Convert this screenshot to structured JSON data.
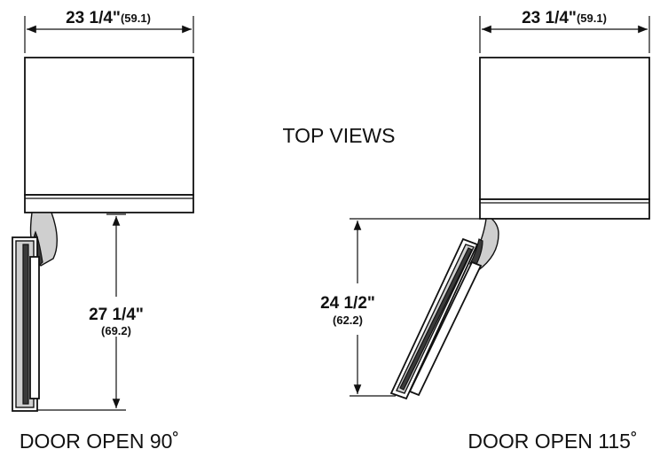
{
  "title": "TOP VIEWS",
  "left_view": {
    "width_main": "23 1/4\"",
    "width_metric": "(59.1)",
    "depth_main": "27 1/4\"",
    "depth_metric": "(69.2)",
    "caption": "DOOR OPEN 90˚"
  },
  "right_view": {
    "width_main": "23 1/4\"",
    "width_metric": "(59.1)",
    "depth_main": "24 1/2\"",
    "depth_metric": "(62.2)",
    "caption": "DOOR OPEN 115˚"
  }
}
